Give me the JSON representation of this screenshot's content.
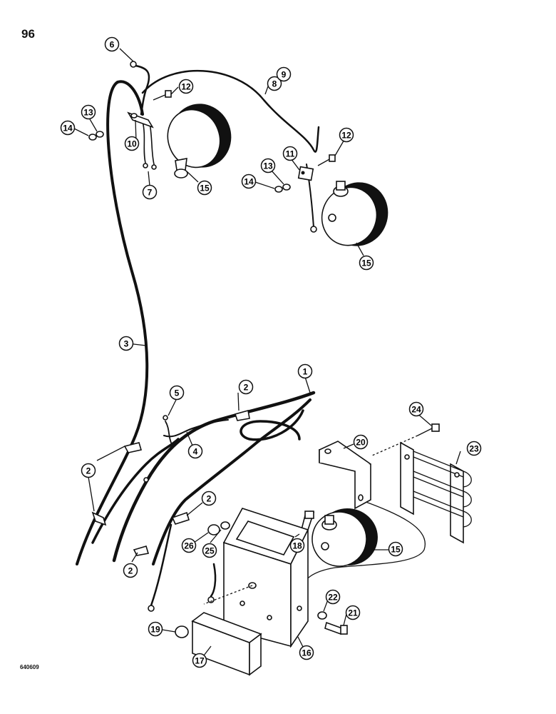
{
  "page_number": "96",
  "figure_code": "640609",
  "callouts": [
    {
      "id": "c1",
      "label": "1"
    },
    {
      "id": "c2a",
      "label": "2"
    },
    {
      "id": "c2b",
      "label": "2"
    },
    {
      "id": "c2c",
      "label": "2"
    },
    {
      "id": "c2d",
      "label": "2"
    },
    {
      "id": "c3",
      "label": "3"
    },
    {
      "id": "c4",
      "label": "4"
    },
    {
      "id": "c5",
      "label": "5"
    },
    {
      "id": "c6",
      "label": "6"
    },
    {
      "id": "c7",
      "label": "7"
    },
    {
      "id": "c8",
      "label": "8"
    },
    {
      "id": "c9",
      "label": "9"
    },
    {
      "id": "c10",
      "label": "10"
    },
    {
      "id": "c11",
      "label": "11"
    },
    {
      "id": "c12a",
      "label": "12"
    },
    {
      "id": "c12b",
      "label": "12"
    },
    {
      "id": "c13a",
      "label": "13"
    },
    {
      "id": "c13b",
      "label": "13"
    },
    {
      "id": "c14a",
      "label": "14"
    },
    {
      "id": "c14b",
      "label": "14"
    },
    {
      "id": "c15a",
      "label": "15"
    },
    {
      "id": "c15b",
      "label": "15"
    },
    {
      "id": "c15c",
      "label": "15"
    },
    {
      "id": "c16",
      "label": "16"
    },
    {
      "id": "c17",
      "label": "17"
    },
    {
      "id": "c18",
      "label": "18"
    },
    {
      "id": "c19",
      "label": "19"
    },
    {
      "id": "c20",
      "label": "20"
    },
    {
      "id": "c21",
      "label": "21"
    },
    {
      "id": "c22",
      "label": "22"
    },
    {
      "id": "c23",
      "label": "23"
    },
    {
      "id": "c24",
      "label": "24"
    },
    {
      "id": "c25",
      "label": "25"
    },
    {
      "id": "c26",
      "label": "26"
    }
  ]
}
